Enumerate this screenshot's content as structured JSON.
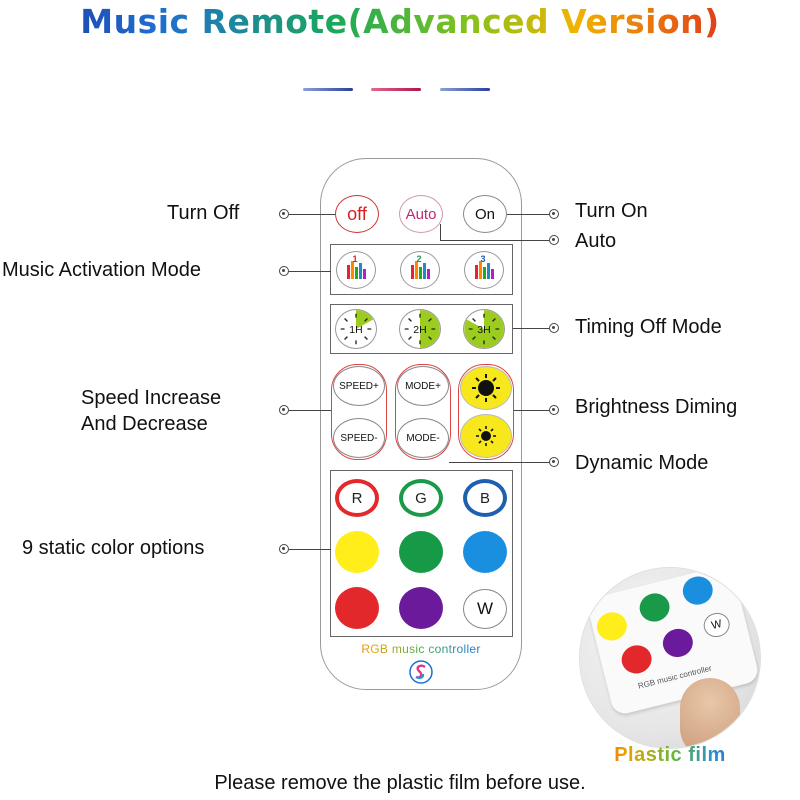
{
  "title": "Music Remote(Advanced Version)",
  "labels": {
    "turn_off": "Turn Off",
    "turn_on": "Turn On",
    "auto": "Auto",
    "music_activation": "Music Activation Mode",
    "timing_off": "Timing Off Mode",
    "speed_line1": "Speed Increase",
    "speed_line2": "And Decrease",
    "brightness": "Brightness Diming",
    "dynamic": "Dynamic Mode",
    "static_colors": "9 static color options"
  },
  "buttons": {
    "off": "off",
    "auto": "Auto",
    "on": "On",
    "music": [
      "1",
      "2",
      "3"
    ],
    "timer": [
      "1H",
      "2H",
      "3H"
    ],
    "speed_up": "SPEED+",
    "speed_down": "SPEED-",
    "mode_up": "MODE+",
    "mode_down": "MODE-",
    "rgb": [
      "R",
      "G",
      "B"
    ],
    "white": "W"
  },
  "colors": {
    "red": "#e4282c",
    "green": "#1a9a48",
    "blue": "#1f5fb0",
    "yellow": "#ffee1a",
    "mid_green": "#169a48",
    "sky_blue": "#1a8fe0",
    "dark_red": "#e2282a",
    "purple": "#6a1a9a",
    "brightness_yellow": "#f7e81e"
  },
  "controller_text": "RGB music controller",
  "film_caption": "Plastic film",
  "film_controller_text": "RGB music controller",
  "film_white": "W",
  "footer": "Please remove the plastic film before use."
}
